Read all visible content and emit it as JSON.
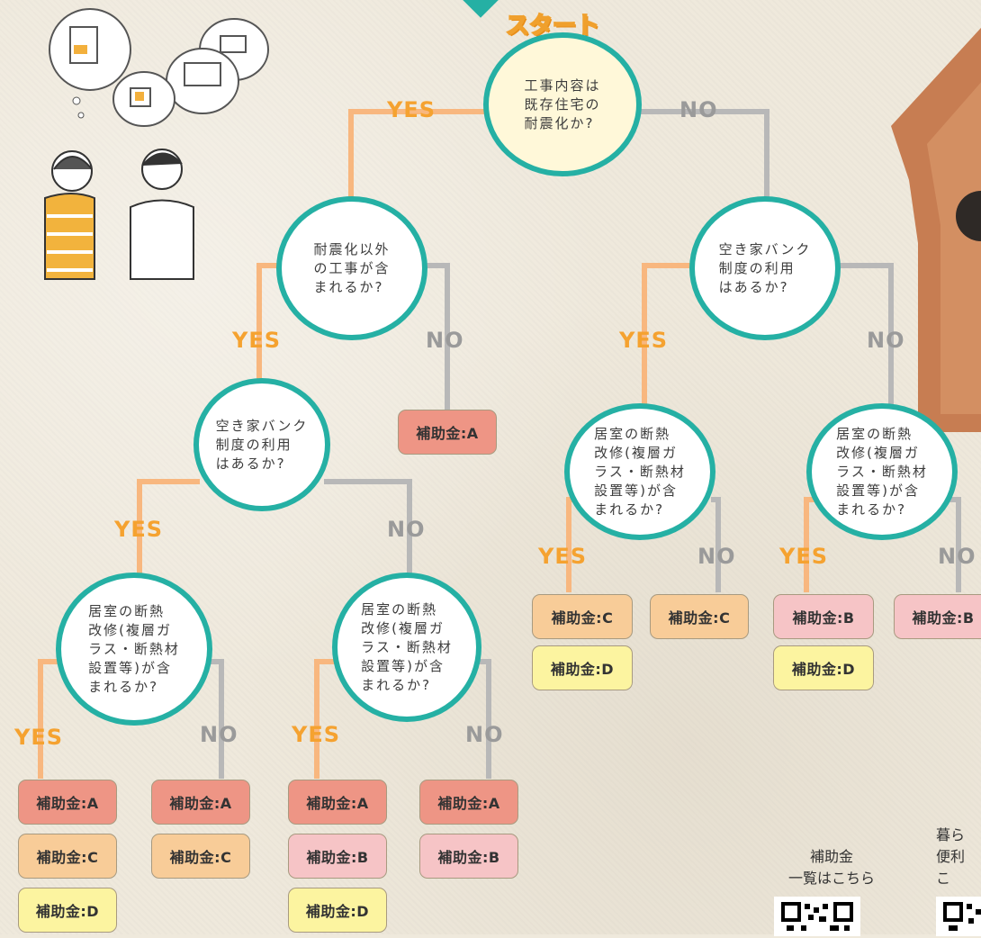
{
  "start_label": "スタート",
  "answers": {
    "yes": "YES",
    "no": "NO"
  },
  "questions": {
    "q_start": "工事内容は\n既存住宅の\n耐震化か?",
    "q_other_work": "耐震化以外\nの工事が含\nまれるか?",
    "q_vacant_bank": "空き家バンク\n制度の利用\nはあるか?",
    "q_insulation": "居室の断熱\n改修(複層ガ\nラス・断熱材\n設置等)が含\nまれるか?"
  },
  "subsidies": {
    "A": "補助金:A",
    "B": "補助金:B",
    "C": "補助金:C",
    "D": "補助金:D"
  },
  "colors": {
    "teal": "#25b0a4",
    "yes_line": "#f8b77f",
    "no_line": "#b8b8b8",
    "A": "#ee9585",
    "B": "#f6c4c6",
    "C": "#f8cc98",
    "D": "#fcf4a0"
  },
  "qr_links": {
    "list_label": "補助金\n一覧はこちら",
    "convenience_label": "暮ら\n便利\nこ"
  },
  "icons": [
    "thought-bubble-renovation-icon",
    "couple-thinking-icon",
    "house-shape-icon",
    "qr-code-icon"
  ]
}
